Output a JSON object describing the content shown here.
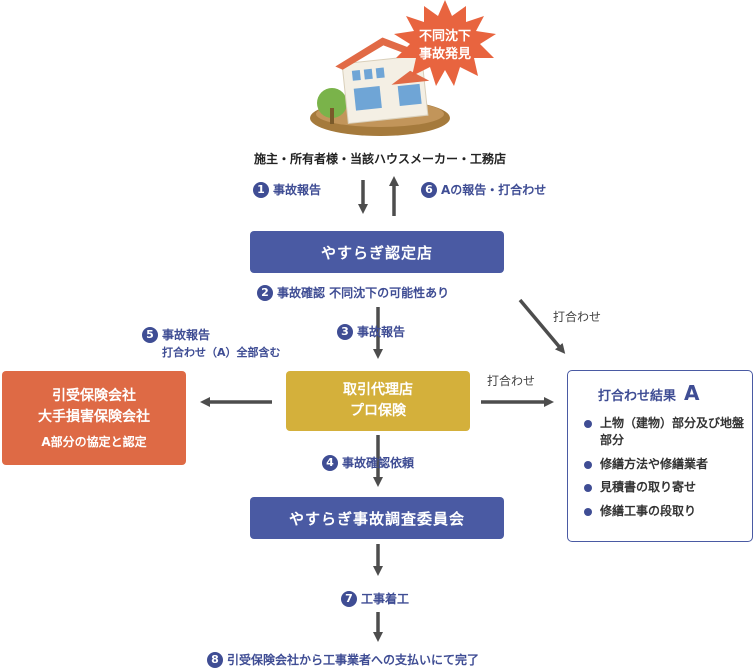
{
  "burst_text": [
    "不同沈下",
    "事故発見"
  ],
  "owners_label": "施主・所有者様・当該ハウスメーカー・工務店",
  "steps": {
    "s1": {
      "num": "1",
      "label": "事故報告"
    },
    "s6": {
      "num": "6",
      "label": "Aの報告・打合わせ"
    },
    "s2": {
      "num": "2",
      "label": "事故確認 不同沈下の可能性あり"
    },
    "s3": {
      "num": "3",
      "label": "事故報告"
    },
    "s5": {
      "num": "5",
      "label": "事故報告",
      "sub": "打合わせ（A）全部含む"
    },
    "s4": {
      "num": "4",
      "label": "事故確認依頼"
    },
    "s7": {
      "num": "7",
      "label": "工事着工"
    },
    "s8": {
      "num": "8",
      "label": "引受保険会社から工事業者への支払いにて完了"
    }
  },
  "boxes": {
    "yasuragi_store": "やすらぎ認定店",
    "agent_line1": "取引代理店",
    "agent_line2": "プロ保険",
    "insurer_line1": "引受保険会社",
    "insurer_line2": "大手損害保険会社",
    "insurer_line3": "A部分の協定と認定",
    "committee": "やすらぎ事故調査委員会"
  },
  "arrow_labels": {
    "diag": "打合わせ",
    "right": "打合わせ"
  },
  "result": {
    "title": "打合わせ結果",
    "letter": "A",
    "items": [
      "上物（建物）部分及び地盤部分",
      "修繕方法や修繕業者",
      "見積書の取り寄せ",
      "修繕工事の段取り"
    ]
  },
  "colors": {
    "blue": "#4a5aa3",
    "gold": "#d4b03b",
    "orange": "#de6a45",
    "burst": "#e8643f",
    "arrow": "#4d4d4d"
  }
}
